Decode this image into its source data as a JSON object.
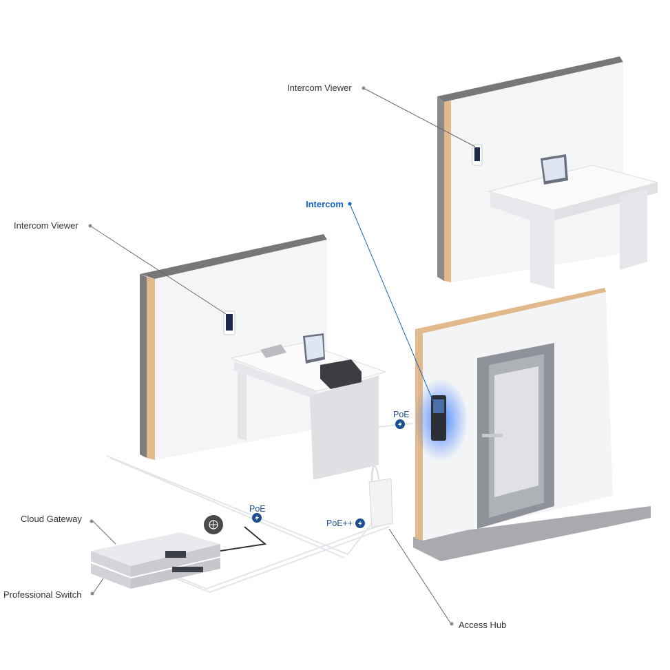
{
  "labels": {
    "intercom_viewer_top": "Intercom Viewer",
    "intercom": "Intercom",
    "intercom_viewer_left": "Intercom Viewer",
    "cloud_gateway": "Cloud Gateway",
    "professional_switch": "Professional Switch",
    "access_hub": "Access Hub"
  },
  "power": {
    "poe_intercom": "PoE",
    "poe_viewer": "PoE",
    "poe_plus_hub": "PoE++"
  },
  "icons": {
    "power": "lightning-bolt-icon",
    "internet": "globe-icon"
  },
  "colors": {
    "accent": "#1a63b8",
    "poe_badge": "#1f4f93",
    "intercom_glow": "#3a7bff",
    "wall_edge": "#e2b98a"
  }
}
